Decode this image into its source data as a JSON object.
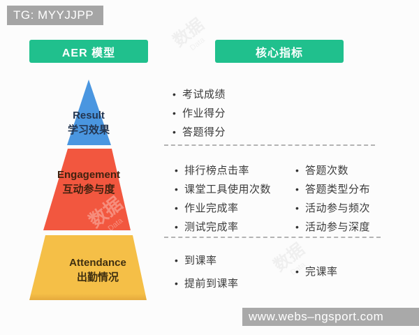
{
  "header": {
    "tg_label": "TG: MYYJJPP",
    "left_title": "AER 模型",
    "right_title": "核心指标"
  },
  "pyramid": {
    "levels": [
      {
        "name_en": "Result",
        "name_zh": "学习效果",
        "color": "#4a96e0"
      },
      {
        "name_en": "Engagement",
        "name_zh": "互动参与度",
        "color": "#f2573f"
      },
      {
        "name_en": "Attendance",
        "name_zh": "出勤情况",
        "color": "#f5bf47"
      }
    ]
  },
  "indicators": {
    "result_items": [
      "考试成绩",
      "作业得分",
      "答题得分"
    ],
    "engagement_items_col1": [
      "排行榜点击率",
      "课堂工具使用次数",
      "作业完成率",
      "测试完成率"
    ],
    "engagement_items_col2": [
      "答题次数",
      "答题类型分布",
      "活动参与频次",
      "活动参与深度"
    ],
    "attendance_items_col1": [
      "到课率",
      "提前到课率"
    ],
    "attendance_items_col2": [
      "完课率"
    ]
  },
  "watermark": {
    "text_zh": "数据",
    "text_en": "Data"
  },
  "footer": {
    "website": "www.webs–ngsport.com"
  },
  "colors": {
    "accent_green": "#20c08d",
    "level_blue": "#4a96e0",
    "level_red": "#f2573f",
    "level_yellow": "#f5bf47",
    "bar_gray": "#a5a5a5",
    "text_dark": "#3a3a3a"
  }
}
